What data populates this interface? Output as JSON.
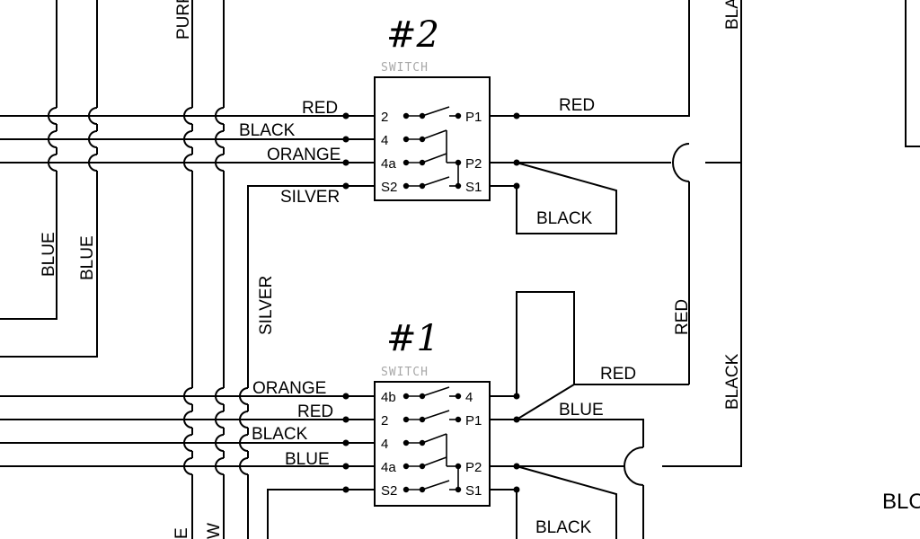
{
  "switch2": {
    "number": "#2",
    "caption": "SWITCH",
    "left_pins": [
      "2",
      "4",
      "4a",
      "S2"
    ],
    "right_pins": [
      "P1",
      "P2",
      "S1"
    ]
  },
  "switch1": {
    "number": "#1",
    "caption": "SWITCH",
    "left_pins": [
      "4b",
      "2",
      "4",
      "4a",
      "S2"
    ],
    "right_pins": [
      "4",
      "P1",
      "P2",
      "S1"
    ]
  },
  "labels": {
    "s2_red": "RED",
    "s2_black": "BLACK",
    "s2_orange": "ORANGE",
    "s2_silver": "SILVER",
    "s2_p1_red": "RED",
    "s2_s1_black": "BLACK",
    "silver_vertical": "SILVER",
    "blue_vertical_1": "BLUE",
    "blue_vertical_2": "BLUE",
    "purple_vertical": "PURPLE",
    "s1_orange": "ORANGE",
    "s1_red": "RED",
    "s1_black": "BLACK",
    "s1_blue": "BLUE",
    "s1_4_red": "RED",
    "s1_p1_blue": "BLUE",
    "s1_s1_black": "BLACK",
    "right_red_vertical": "RED",
    "right_black_vertical": "BLACK",
    "top_black_vertical": "BLACK",
    "bottom_left_1": "E",
    "bottom_left_2": "W",
    "bottom_right": "BLO"
  }
}
